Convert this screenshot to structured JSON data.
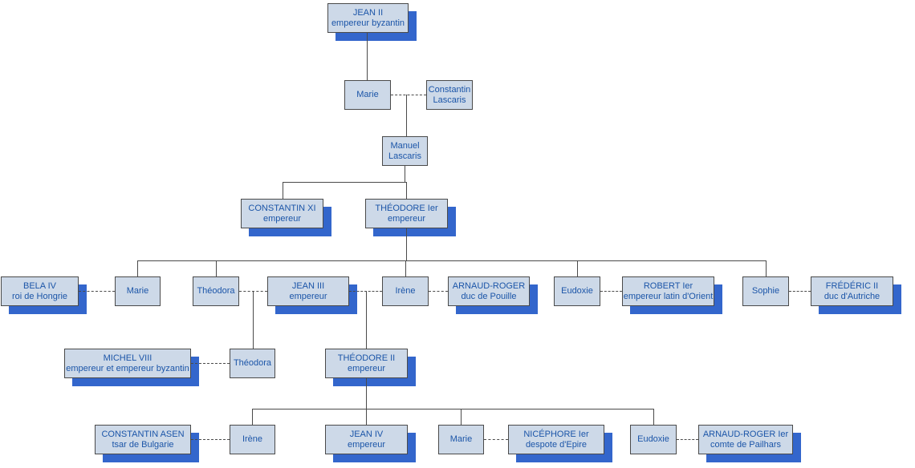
{
  "colors": {
    "fill": "#cdd9e8",
    "border": "#4a4a4a",
    "shadow": "#3366cc",
    "text": "#1b55a8",
    "line": "#4a4a4a"
  },
  "nodes": {
    "jean_ii": {
      "line1": "JEAN II",
      "line2": "empereur byzantin"
    },
    "marie_1": {
      "line1": "Marie"
    },
    "constantin_lascaris": {
      "line1": "Constantin",
      "line2": "Lascaris"
    },
    "manuel_lascaris": {
      "line1": "Manuel",
      "line2": "Lascaris"
    },
    "constantin_xi": {
      "line1": "CONSTANTIN XI",
      "line2": "empereur"
    },
    "theodore_i": {
      "line1": "THÉODORE Ier",
      "line2": "empereur"
    },
    "bela_iv": {
      "line1": "BELA IV",
      "line2": "roi de Hongrie"
    },
    "marie_2": {
      "line1": "Marie"
    },
    "theodora_1": {
      "line1": "Théodora"
    },
    "jean_iii": {
      "line1": "JEAN III",
      "line2": "empereur"
    },
    "irene_1": {
      "line1": "Irène"
    },
    "arnaud_roger": {
      "line1": "ARNAUD-ROGER",
      "line2": "duc de Pouille"
    },
    "eudoxie_1": {
      "line1": "Eudoxie"
    },
    "robert_i": {
      "line1": "ROBERT Ier",
      "line2": "empereur latin d'Orient"
    },
    "sophie": {
      "line1": "Sophie"
    },
    "frederic_ii": {
      "line1": "FRÉDÉRIC II",
      "line2": "duc d'Autriche"
    },
    "michel_viii": {
      "line1": "MICHEL VIII",
      "line2": "empereur et empereur byzantin"
    },
    "theodora_2": {
      "line1": "Théodora"
    },
    "theodore_ii": {
      "line1": "THÉODORE II",
      "line2": "empereur"
    },
    "constantin_asen": {
      "line1": "CONSTANTIN ASEN",
      "line2": "tsar de Bulgarie"
    },
    "irene_2": {
      "line1": "Irène"
    },
    "jean_iv": {
      "line1": "JEAN IV",
      "line2": "empereur"
    },
    "marie_3": {
      "line1": "Marie"
    },
    "nicephore_i": {
      "line1": "NICÉPHORE Ier",
      "line2": "despote d'Epire"
    },
    "eudoxie_2": {
      "line1": "Eudoxie"
    },
    "arnaud_roger_i": {
      "line1": "ARNAUD-ROGER Ier",
      "line2": "comte de Pailhars"
    }
  },
  "relations": {
    "marriages": [
      [
        "Marie (fille de Jean II)",
        "Constantin Lascaris"
      ],
      [
        "BELA IV",
        "Marie"
      ],
      [
        "Théodora",
        "JEAN III"
      ],
      [
        "JEAN III",
        "Irène"
      ],
      [
        "Irène",
        "ARNAUD-ROGER"
      ],
      [
        "Eudoxie",
        "ROBERT Ier"
      ],
      [
        "Sophie",
        "FRÉDÉRIC II"
      ],
      [
        "MICHEL VIII",
        "Théodora"
      ],
      [
        "CONSTANTIN ASEN",
        "Irène"
      ],
      [
        "Marie",
        "NICÉPHORE Ier"
      ],
      [
        "Eudoxie",
        "ARNAUD-ROGER Ier"
      ]
    ],
    "children": [
      {
        "parents": "JEAN II",
        "children": [
          "Marie"
        ]
      },
      {
        "parents": "Marie + Constantin Lascaris",
        "children": [
          "Manuel Lascaris"
        ]
      },
      {
        "parents": "Manuel Lascaris",
        "children": [
          "CONSTANTIN XI",
          "THÉODORE Ier"
        ]
      },
      {
        "parents": "THÉODORE Ier",
        "children": [
          "Marie",
          "Théodora",
          "Irène",
          "Eudoxie",
          "Sophie"
        ]
      },
      {
        "parents": "Théodora + JEAN III",
        "children": [
          "Théodora"
        ]
      },
      {
        "parents": "JEAN III + Irène",
        "children": [
          "THÉODORE II"
        ]
      },
      {
        "parents": "THÉODORE II",
        "children": [
          "Irène",
          "JEAN IV",
          "Marie",
          "Eudoxie"
        ]
      }
    ]
  }
}
